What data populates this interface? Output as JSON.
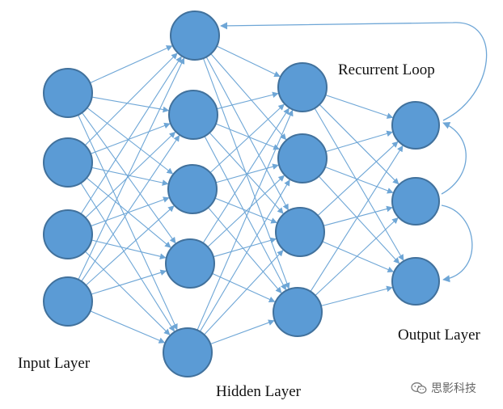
{
  "labels": {
    "input": "Input Layer",
    "hidden": "Hidden Layer",
    "recurrent": "Recurrent Loop",
    "output": "Output Layer"
  },
  "watermark": {
    "text": "思影科技",
    "icon": "wechat-icon"
  },
  "network": {
    "layers": [
      {
        "name": "input",
        "neurons": 4
      },
      {
        "name": "hidden-1",
        "neurons": 5
      },
      {
        "name": "hidden-2",
        "neurons": 4
      },
      {
        "name": "output",
        "neurons": 3
      }
    ],
    "connectivity": "fully-connected",
    "recurrent_connections": true
  },
  "colors": {
    "neuron_fill": "#5b9bd5",
    "neuron_stroke": "#41719c",
    "edge": "#6ea6d6",
    "text": "#111111"
  }
}
